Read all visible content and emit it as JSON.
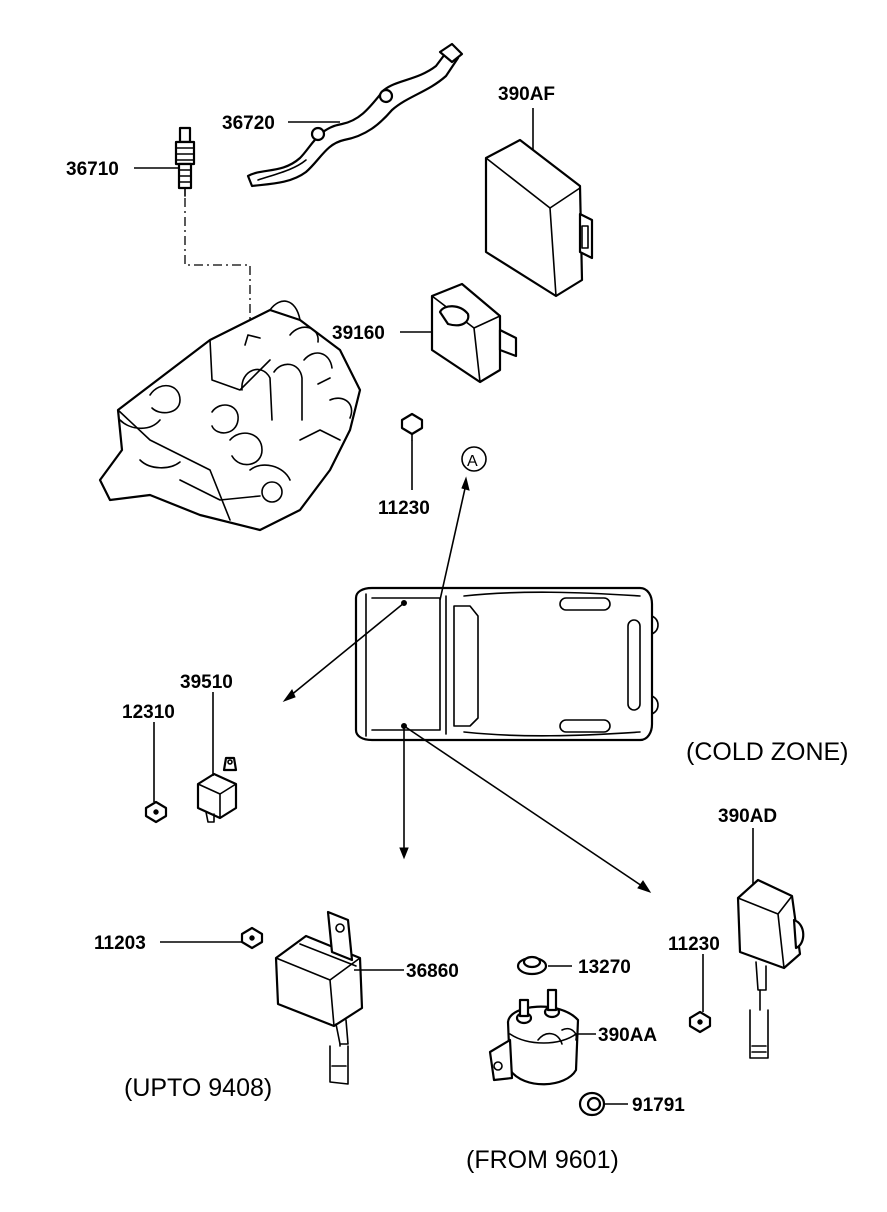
{
  "labels": {
    "p36720": "36720",
    "p36710": "36710",
    "p390AF": "390AF",
    "p39160": "39160",
    "p11230_top": "11230",
    "ref_a": "A",
    "p39510": "39510",
    "p12310": "12310",
    "p390AD": "390AD",
    "p11203": "11203",
    "p36860": "36860",
    "p13270": "13270",
    "p11230_right": "11230",
    "p390AA": "390AA",
    "p91791": "91791"
  },
  "notes": {
    "cold_zone": "(COLD ZONE)",
    "upto": "(UPTO 9408)",
    "from": "(FROM 9601)"
  }
}
